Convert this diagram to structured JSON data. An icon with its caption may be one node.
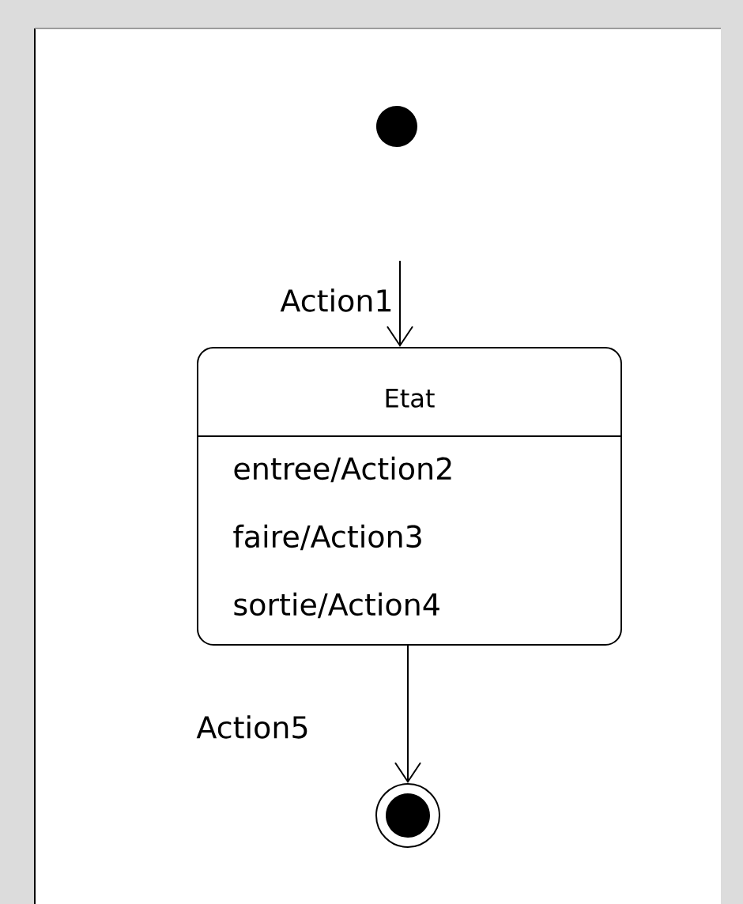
{
  "diagram": {
    "nodes": [
      {
        "text": [],
        "shape": "circle"
      },
      {
        "text": [
          "Etat",
          "entree/Action2",
          "faire/Action3",
          "sortie/Action4"
        ]
      },
      {
        "text": [],
        "shape": "circle"
      }
    ],
    "edges": [
      {
        "from": null,
        "to": 1,
        "arrow": "to",
        "label": "Action1"
      },
      {
        "from": 1,
        "to": 2,
        "arrow": "to",
        "label": "Action5"
      }
    ]
  }
}
